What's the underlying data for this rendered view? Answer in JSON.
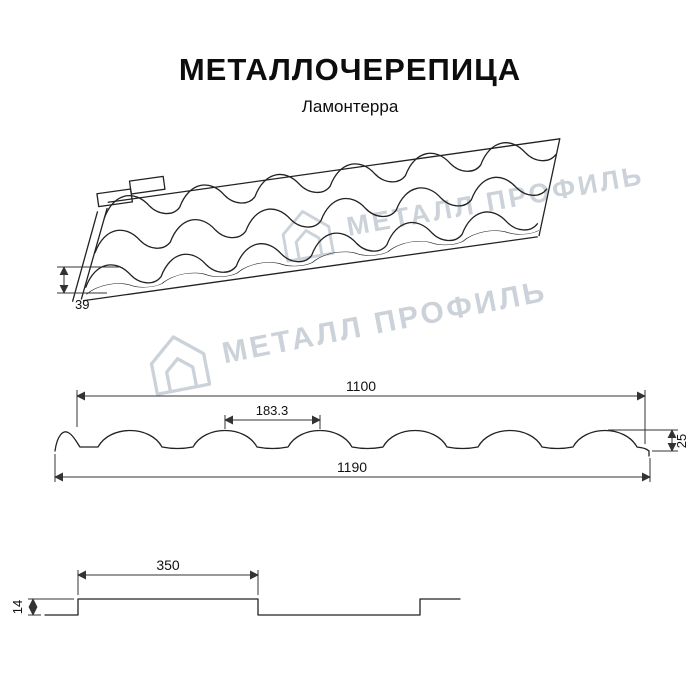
{
  "header": {
    "title": "МЕТАЛЛОЧЕРЕПИЦА",
    "subtitle": "Ламонтерра"
  },
  "watermark": {
    "text": "МЕТАЛЛ ПРОФИЛЬ",
    "color": "#ccd2d9"
  },
  "perspective_view": {
    "dim_edge_height": "39"
  },
  "cross_section": {
    "dim_cover_width": "1100",
    "dim_wave_pitch": "183.3",
    "dim_profile_height": "25",
    "dim_full_width": "1190"
  },
  "longitudinal_section": {
    "dim_step_length": "350",
    "dim_step_height": "14"
  }
}
